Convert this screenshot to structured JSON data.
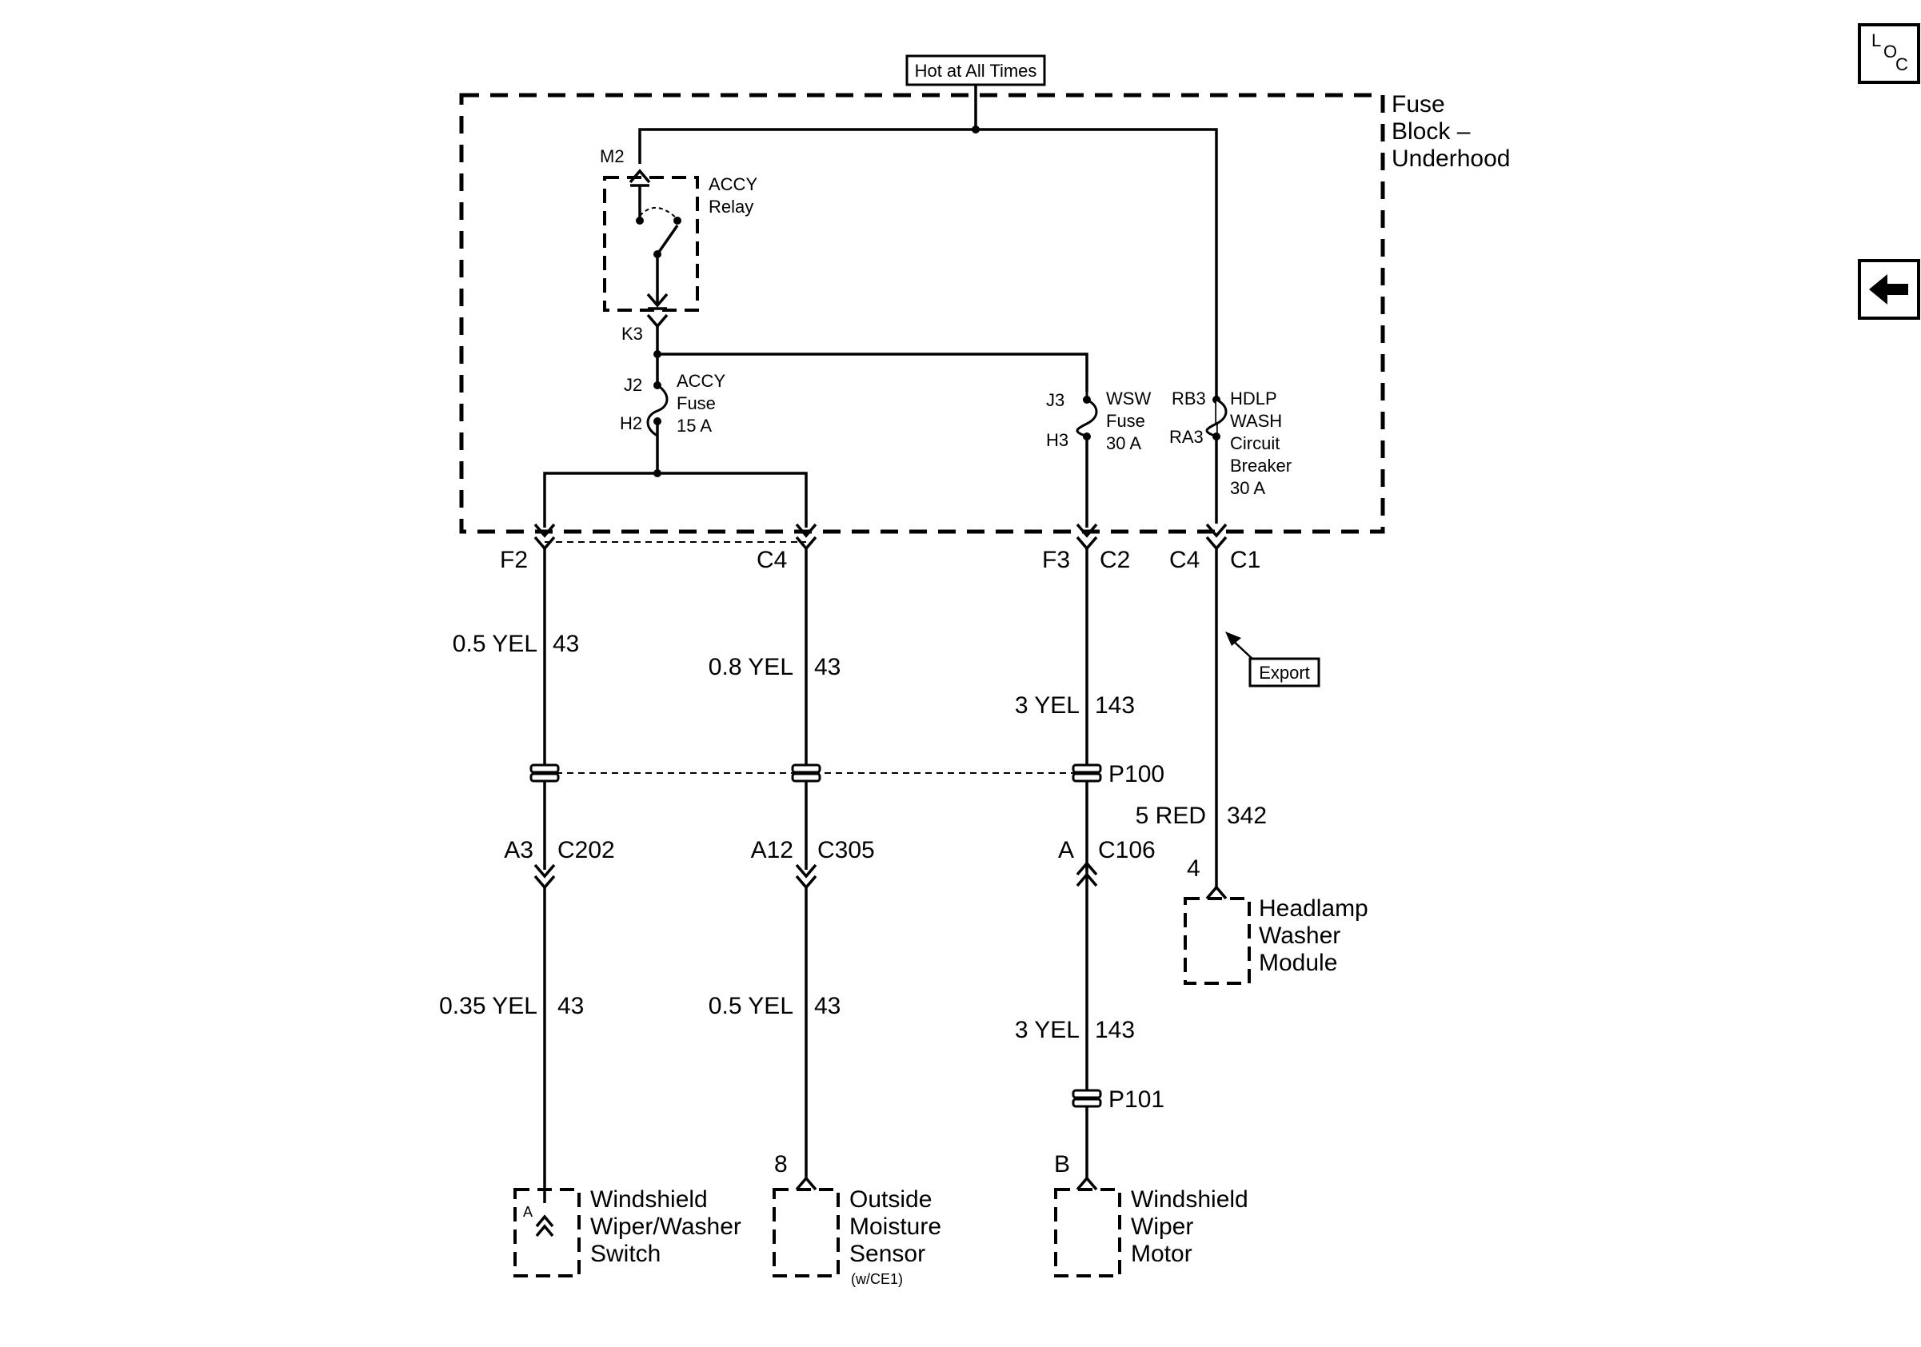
{
  "header": {
    "hot_label": "Hot at All Times"
  },
  "fuse_block": {
    "label_l1": "Fuse",
    "label_l2": "Block –",
    "label_l3": "Underhood"
  },
  "relay": {
    "pin_top": "M2",
    "pin_bottom": "K3",
    "label_l1": "ACCY",
    "label_l2": "Relay"
  },
  "accy_fuse": {
    "pin_in": "J2",
    "pin_out": "H2",
    "label_l1": "ACCY",
    "label_l2": "Fuse",
    "label_l3": "15 A"
  },
  "wsw_fuse": {
    "pin_in": "J3",
    "pin_out": "H3",
    "label_l1": "WSW",
    "label_l2": "Fuse",
    "label_l3": "30 A"
  },
  "hdlp_breaker": {
    "pin_in": "RB3",
    "pin_out": "RA3",
    "label_l1": "HDLP",
    "label_l2": "WASH",
    "label_l3": "Circuit",
    "label_l4": "Breaker",
    "label_l5": "30 A"
  },
  "block_pins": {
    "p1": "F2",
    "p2": "C4",
    "p3a": "F3",
    "p3b": "C2",
    "p4a": "C4",
    "p4b": "C1"
  },
  "wires_upper": {
    "w1": {
      "gauge": "0.5 YEL",
      "circuit": "43"
    },
    "w2": {
      "gauge": "0.8 YEL",
      "circuit": "43"
    },
    "w3": {
      "gauge": "3 YEL",
      "circuit": "143"
    },
    "w4": {
      "gauge": "5 RED",
      "circuit": "342"
    }
  },
  "export_label": "Export",
  "splice_p100": "P100",
  "connectors": {
    "c1": {
      "pin": "A3",
      "name": "C202"
    },
    "c2": {
      "pin": "A12",
      "name": "C305"
    },
    "c3": {
      "pin": "A",
      "name": "C106"
    }
  },
  "wires_lower": {
    "w1": {
      "gauge": "0.35 YEL",
      "circuit": "43"
    },
    "w2": {
      "gauge": "0.5 YEL",
      "circuit": "43"
    },
    "w3": {
      "gauge": "3 YEL",
      "circuit": "143"
    }
  },
  "splice_p101": "P101",
  "components": {
    "switch": {
      "pin": "A",
      "l1": "Windshield",
      "l2": "Wiper/Washer",
      "l3": "Switch"
    },
    "sensor": {
      "pin": "8",
      "l1": "Outside",
      "l2": "Moisture",
      "l3": "Sensor",
      "note": "(w/CE1)"
    },
    "motor": {
      "pin": "B",
      "l1": "Windshield",
      "l2": "Wiper",
      "l3": "Motor"
    },
    "hlw": {
      "pin": "4",
      "l1": "Headlamp",
      "l2": "Washer",
      "l3": "Module"
    }
  },
  "nav": {
    "loc_l": "L",
    "loc_o": "O",
    "loc_c": "C",
    "back_icon": "left-arrow-icon"
  }
}
